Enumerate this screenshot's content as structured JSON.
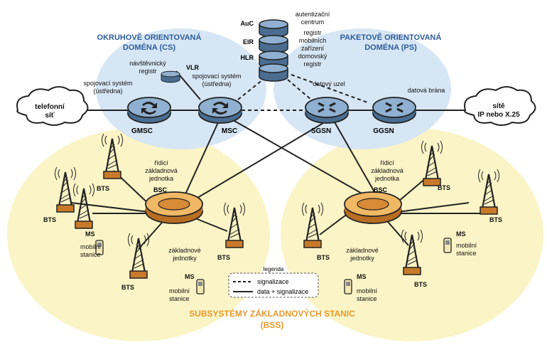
{
  "domains": {
    "cs_title_1": "OKRUHOVĚ ORIENTOVANÁ",
    "cs_title_2": "DOMÉNA (CS)",
    "ps_title_1": "PAKETOVĚ ORIENTOVANÁ",
    "ps_title_2": "DOMÉNA (PS)",
    "bss_title_1": "SUBSYSTÉMY ZÁKLADNOVÝCH STANIC",
    "bss_title_2": "(BSS)"
  },
  "databases": {
    "auc_label": "AuC",
    "auc_desc_1": "autentizační",
    "auc_desc_2": "centrum",
    "eir_label": "EIR",
    "eir_desc_1": "registr",
    "eir_desc_2": "mobilních",
    "eir_desc_3": "zařízení",
    "hlr_label": "HLR",
    "hlr_desc_1": "domovský",
    "hlr_desc_2": "registr",
    "vlr_label": "VLR",
    "vlr_desc_1": "návštěvnický",
    "vlr_desc_2": "registr"
  },
  "nodes": {
    "pstn_1": "telefonní",
    "pstn_2": "síť",
    "ext_1": "sítě",
    "ext_2": "IP nebo X.25",
    "gmsc": "GMSC",
    "msc": "MSC",
    "sgsn": "SGSN",
    "ggsn": "GGSN",
    "switch_desc_1": "spojovací systém",
    "switch_desc_2": "(ústředna)",
    "data_node": "datový uzel",
    "gateway": "datová brána"
  },
  "bss": {
    "bsc": "BSC",
    "bts": "BTS",
    "ms": "MS",
    "bsc_desc_1": "řídicí",
    "bsc_desc_2": "základnová",
    "bsc_desc_3": "jednotka",
    "bts_desc_1": "základnové",
    "bts_desc_2": "jednotky",
    "ms_desc_1": "mobilní",
    "ms_desc_2": "stanice"
  },
  "legend": {
    "title": "legenda",
    "signal": "signalizace",
    "data": "data + signalizace"
  },
  "colors": {
    "cs_fill": "#d6e6f5",
    "bss_fill": "#fbf4c6",
    "node_fill": "#6f8fb0",
    "bsc_fill": "#e8a54a",
    "tower_fill": "#c87a2a",
    "title_blue": "#2d5c9a",
    "title_orange": "#e59a2f"
  }
}
